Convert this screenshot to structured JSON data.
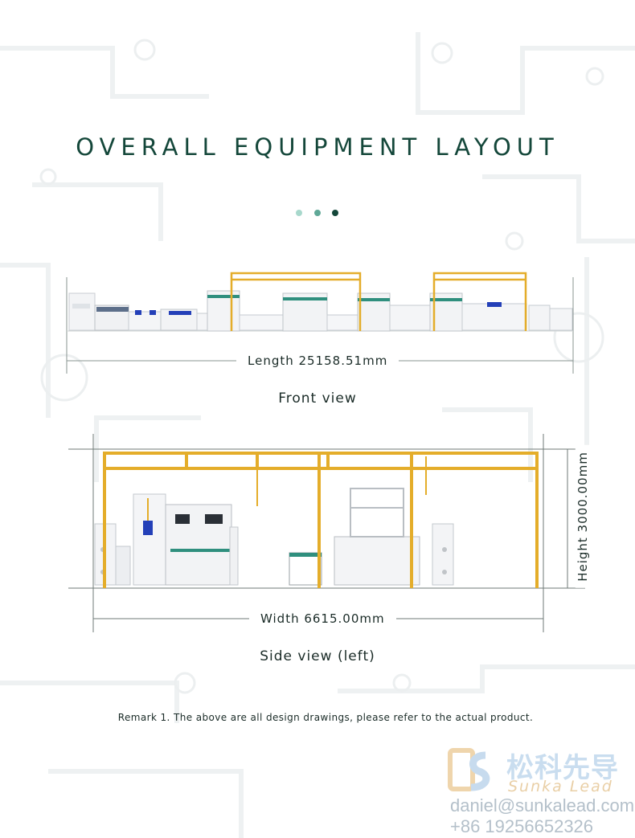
{
  "header": {
    "title": "OVERALL EQUIPMENT LAYOUT",
    "dot_colors": [
      "#a8d8cc",
      "#5fa897",
      "#14473a"
    ]
  },
  "front_view": {
    "dimension_label": "Length  25158.51mm",
    "caption": "Front view"
  },
  "side_view": {
    "width_label": "Width  6615.00mm",
    "height_label": "Height  3000.00mm",
    "caption": "Side view (left)"
  },
  "remark": "Remark   1. The above are all design drawings, please refer to the actual product.",
  "watermark": {
    "logo_icon": "sunka-lead-logo-icon",
    "brand_name": "松科先导",
    "brand_sub": "Sunka Lead",
    "email": "daniel@sunkalead.com",
    "phone": "+86 19256652326"
  },
  "colors": {
    "accent": "#14473a",
    "frame": "#e4ad2a",
    "machine_teal": "#2f8f7e",
    "machine_blue": "#2440b8"
  }
}
